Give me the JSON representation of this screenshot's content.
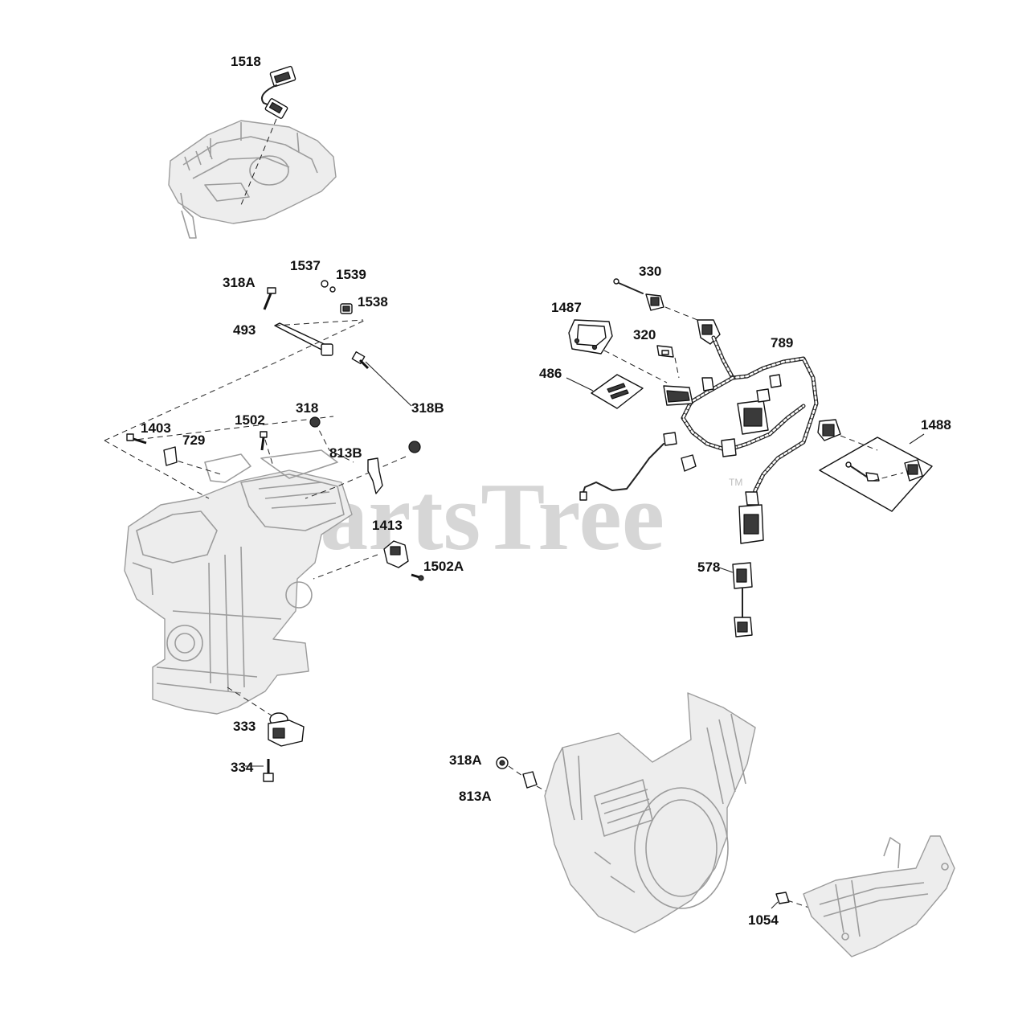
{
  "watermark": {
    "text": "PartsTree",
    "trademark": "TM"
  },
  "callouts": {
    "c1518": "1518",
    "c1537": "1537",
    "c1539": "1539",
    "c318A_top": "318A",
    "c1538": "1538",
    "c493": "493",
    "c318": "318",
    "c318B": "318B",
    "c1403": "1403",
    "c729": "729",
    "c1502": "1502",
    "c813B": "813B",
    "c1413": "1413",
    "c1502A": "1502A",
    "c333": "333",
    "c334": "334",
    "c330": "330",
    "c1487": "1487",
    "c320": "320",
    "c789": "789",
    "c486": "486",
    "c1488": "1488",
    "c578": "578",
    "c318A_bottom": "318A",
    "c813A": "813A",
    "c1054": "1054"
  },
  "colors": {
    "ink": "#111111",
    "ghost": "#9c9c9c",
    "watermark": "#cfcfcf"
  }
}
